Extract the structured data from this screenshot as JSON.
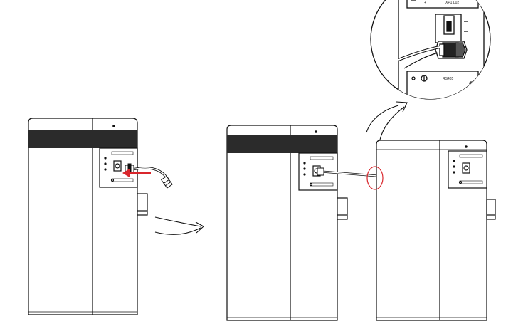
{
  "zoom_panel": {
    "top_port_label": "XP1 L02",
    "bottom_port_label": "RS485 I"
  },
  "colors": {
    "outline": "#111111",
    "cabinet_band": "#2b2b2b",
    "insert_arrow": "#d9262c",
    "highlight_circle": "#d9262c"
  },
  "icons": [
    "battery-cabinet",
    "cable-connector",
    "insert-arrow",
    "flow-arrow",
    "highlight-circle",
    "zoom-callout"
  ]
}
